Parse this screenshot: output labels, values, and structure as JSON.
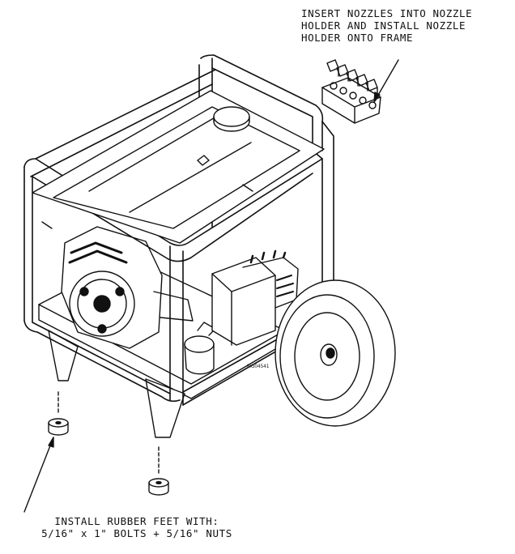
{
  "callouts": {
    "nozzle": {
      "lines": [
        "INSERT NOZZLES INTO NOZZLE",
        "HOLDER AND INSTALL NOZZLE",
        "HOLDER ONTO FRAME"
      ]
    },
    "feet": {
      "lines": [
        "INSTALL RUBBER FEET WITH:",
        "5/16\" x 1\" BOLTS + 5/16\" NUTS"
      ]
    }
  },
  "figure_id": "FIG04541",
  "colors": {
    "ink": "#111111",
    "paper": "#ffffff"
  }
}
